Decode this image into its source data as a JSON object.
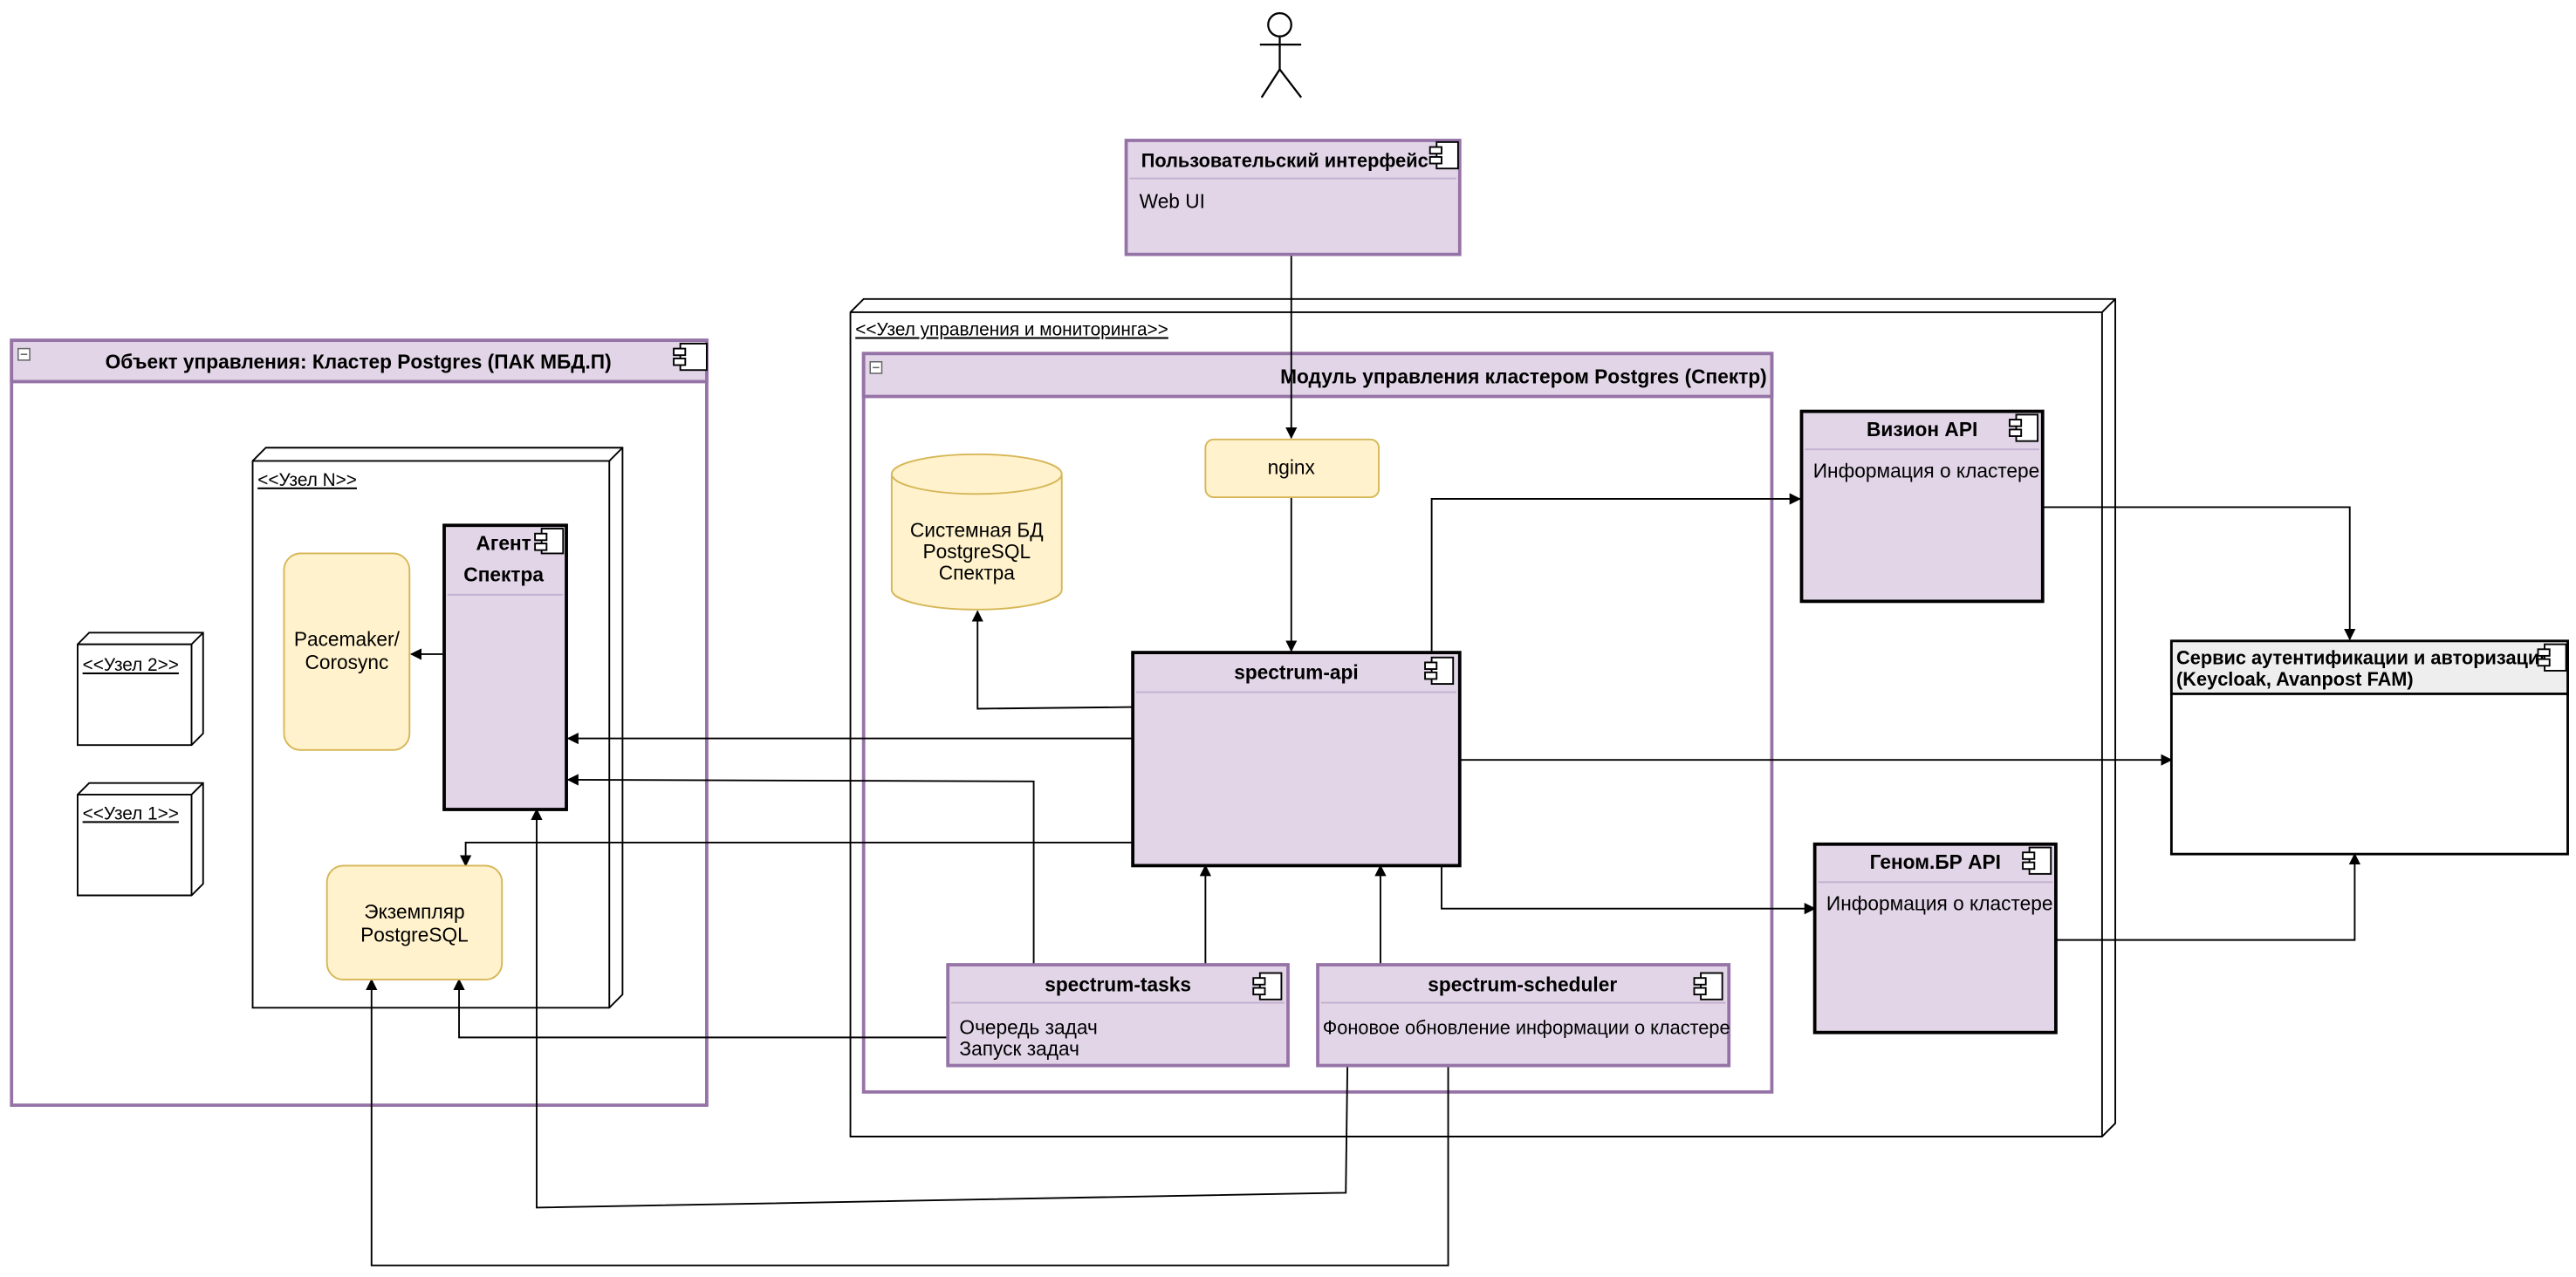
{
  "user_interface": {
    "title": "Пользовательский интерфейс",
    "body": "Web UI"
  },
  "mgmt_node": {
    "label": "<<Узел управления и мониторинга>>"
  },
  "module": {
    "title": "Модуль управления кластером Postgres (Спектр)"
  },
  "nginx": {
    "label": "nginx"
  },
  "system_db": {
    "line1": "Системная БД",
    "line2": "PostgreSQL",
    "line3": "Спектра"
  },
  "spectrum_api": {
    "title": "spectrum-api"
  },
  "spectrum_tasks": {
    "title": "spectrum-tasks",
    "line1": "Очередь задач",
    "line2": "Запуск задач"
  },
  "spectrum_scheduler": {
    "title": "spectrum-scheduler",
    "body": "Фоновое обновление информации о кластере"
  },
  "vizion_api": {
    "title": "Визион API",
    "body": "Информация о кластере"
  },
  "genom_api": {
    "title": "Геном.БР API",
    "body": "Информация о кластере"
  },
  "auth_service": {
    "line1": "Сервис аутентификации и авторизации",
    "line2": "(Keycloak, Avanpost FAM)"
  },
  "cluster_object": {
    "title": "Объект управления: Кластер Postgres (ПАК МБД.П)"
  },
  "node_n": {
    "label": "<<Узел N>>"
  },
  "node_2": {
    "label": "<<Узел 2>>"
  },
  "node_1": {
    "label": "<<Узел 1>>"
  },
  "pacemaker": {
    "line1": "Pacemaker/",
    "line2": "Corosync"
  },
  "agent": {
    "line1": "Агент",
    "line2": "Спектра"
  },
  "pg_instance": {
    "line1": "Экземпляр",
    "line2": "PostgreSQL"
  },
  "colors": {
    "component_fill": "#e1d5e7",
    "component_stroke": "#9673a6",
    "service_fill": "#fff2cc",
    "service_stroke": "#d6b656",
    "header_gray": "#eeeeee"
  }
}
